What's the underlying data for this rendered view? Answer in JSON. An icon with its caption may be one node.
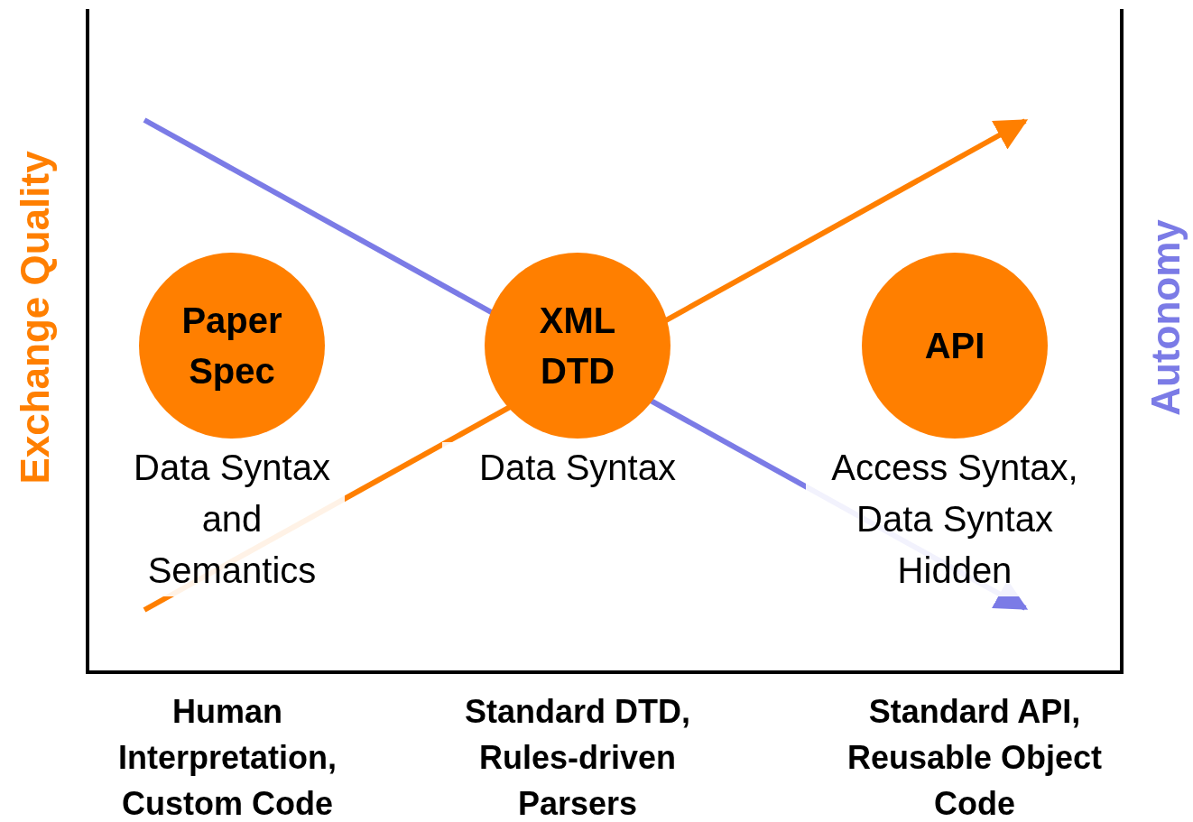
{
  "diagram": {
    "nodes": [
      {
        "text": [
          "Paper Spec"
        ],
        "beside": [
          "Data Syntax and Semantics"
        ]
      },
      {
        "text": [
          "XML DTD"
        ],
        "beside": [
          "Data Syntax"
        ]
      },
      {
        "text": [
          "API"
        ],
        "beside": [
          "Access Syntax, Data Syntax Hidden"
        ]
      }
    ],
    "labels": [
      "Exchange Quality",
      "Autonomy",
      "Human Interpretation, Custom Code",
      "Standard DTD, Rules-driven Parsers",
      "Standard API, Reusable Object Code"
    ]
  }
}
